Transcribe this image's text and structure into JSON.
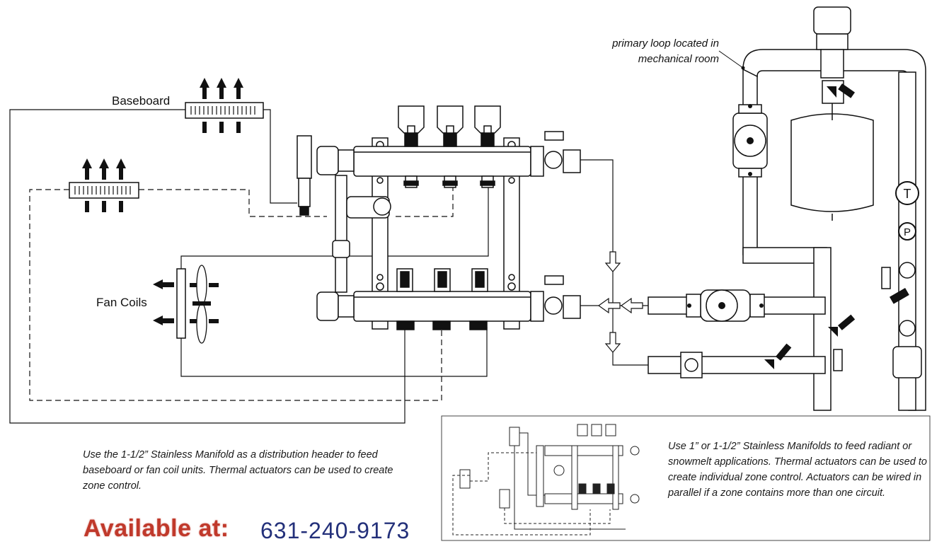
{
  "labels": {
    "baseboard": "Baseboard",
    "fan_coils": "Fan Coils",
    "primary_loop_line1": "primary loop located in",
    "primary_loop_line2": "mechanical room",
    "gauge_t": "T",
    "gauge_p": "P"
  },
  "captions": {
    "left": "Use the 1-1/2” Stainless Manifold as a distribution header to feed baseboard or fan coil units. Thermal actuators can be used to create zone control.",
    "right": "Use 1” or 1-1/2” Stainless Manifolds to feed radiant or snowmelt applications. Thermal actuators can be used to create individual zone control. Actuators can be wired in parallel if a zone contains more than one circuit."
  },
  "footer": {
    "available": "Available at:",
    "phone": "631-240-9173"
  }
}
